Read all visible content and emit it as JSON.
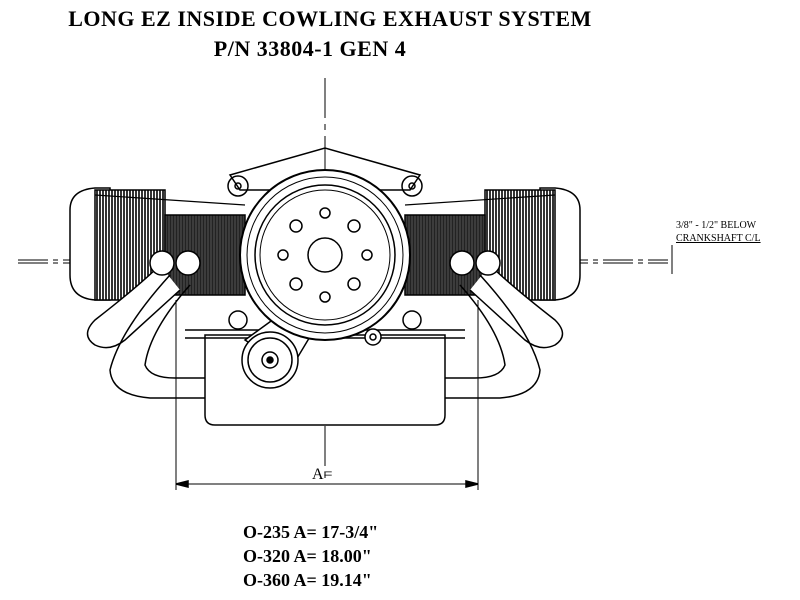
{
  "title": {
    "line1": "LONG EZ INSIDE COWLING EXHAUST SYSTEM",
    "line2": "P/N 33804-1 GEN 4"
  },
  "note": {
    "line1": "3/8\" - 1/2\" BELOW",
    "line2": "CRANKSHAFT C/L"
  },
  "dimension": {
    "label": "A="
  },
  "specs": [
    {
      "text": "O-235 A= 17-3/4\""
    },
    {
      "text": "O-320 A= 18.00\""
    },
    {
      "text": "O-360 A= 19.14\""
    }
  ]
}
